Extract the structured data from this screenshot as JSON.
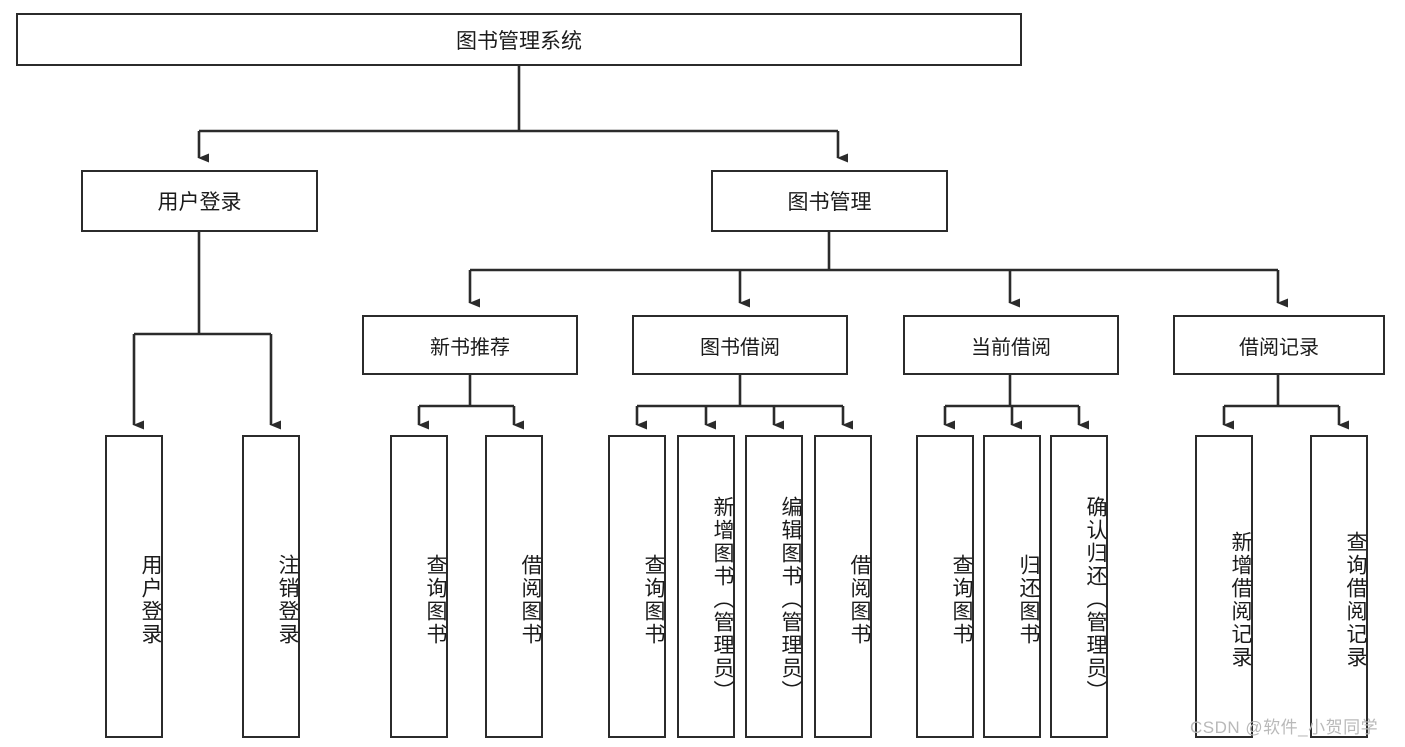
{
  "diagram": {
    "title": "图书管理系统",
    "type": "tree-hierarchy",
    "root": {
      "label": "图书管理系统"
    },
    "level2": [
      {
        "label": "用户登录"
      },
      {
        "label": "图书管理"
      }
    ],
    "level3": [
      {
        "label": "新书推荐"
      },
      {
        "label": "图书借阅"
      },
      {
        "label": "当前借阅"
      },
      {
        "label": "借阅记录"
      }
    ],
    "leaves": {
      "user_login": [
        {
          "label": "用户登录"
        },
        {
          "label": "注销登录"
        }
      ],
      "new_book_recommend": [
        {
          "label": "查询图书"
        },
        {
          "label": "借阅图书"
        }
      ],
      "book_borrow": [
        {
          "label": "查询图书"
        },
        {
          "label": "新增图书（管理员）"
        },
        {
          "label": "编辑图书（管理员）"
        },
        {
          "label": "借阅图书"
        }
      ],
      "current_borrow": [
        {
          "label": "查询图书"
        },
        {
          "label": "归还图书"
        },
        {
          "label": "确认归还（管理员）"
        }
      ],
      "borrow_record": [
        {
          "label": "新增借阅记录"
        },
        {
          "label": "查询借阅记录"
        }
      ]
    }
  },
  "watermark": {
    "text": "CSDN @软件_小贺同学"
  },
  "colors": {
    "stroke": "#2b2b2b",
    "background": "#ffffff",
    "text": "#1b1b1b",
    "watermark": "#b9b9b9"
  }
}
